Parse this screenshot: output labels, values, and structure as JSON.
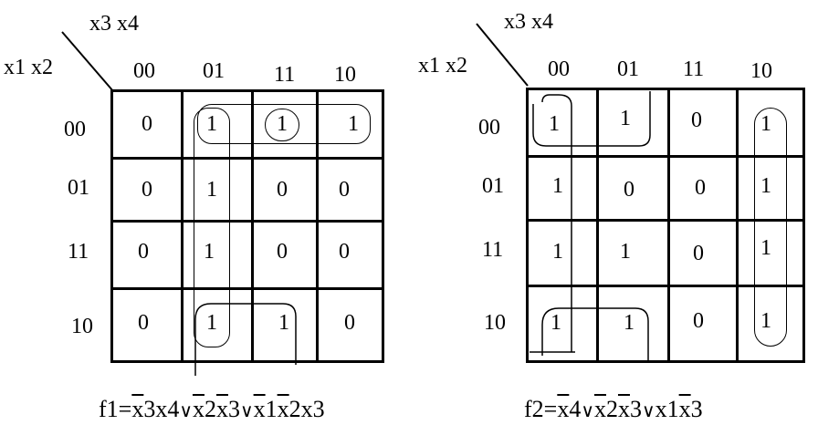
{
  "left_map": {
    "col_vars": "x3 x4",
    "row_vars": "x1 x2",
    "col_headers": [
      "00",
      "01",
      "11",
      "10"
    ],
    "row_headers": [
      "00",
      "01",
      "11",
      "10"
    ],
    "cells": [
      [
        "0",
        "1",
        "1",
        "1"
      ],
      [
        "0",
        "1",
        "0",
        "0"
      ],
      [
        "0",
        "1",
        "0",
        "0"
      ],
      [
        "0",
        "1",
        "1",
        "0"
      ]
    ],
    "formula": {
      "prefix": "f1=",
      "t1a": "x",
      "t1b": "3",
      "t1c": "x4",
      "or1": "∨",
      "t2a": "x",
      "t2b": "2",
      "t2c": "x",
      "t2d": "3",
      "or2": "∨",
      "t3a": "x",
      "t3b": "1",
      "t3c": "x",
      "t3d": "2x3"
    }
  },
  "right_map": {
    "col_vars": "x3 x4",
    "row_vars": "x1 x2",
    "col_headers": [
      "00",
      "01",
      "11",
      "10"
    ],
    "row_headers": [
      "00",
      "01",
      "11",
      "10"
    ],
    "cells": [
      [
        "1",
        "1",
        "0",
        "1"
      ],
      [
        "1",
        "0",
        "0",
        "1"
      ],
      [
        "1",
        "1",
        "0",
        "1"
      ],
      [
        "1",
        "1",
        "0",
        "1"
      ]
    ],
    "formula": {
      "prefix": "f2=",
      "t1a": "x",
      "t1b": "4",
      "or1": "∨",
      "t2a": "x",
      "t2b": "2",
      "t2c": "x",
      "t2d": "3",
      "or2": "∨",
      "t3a": "x1",
      "t3b": "x",
      "t3c": "3"
    }
  }
}
